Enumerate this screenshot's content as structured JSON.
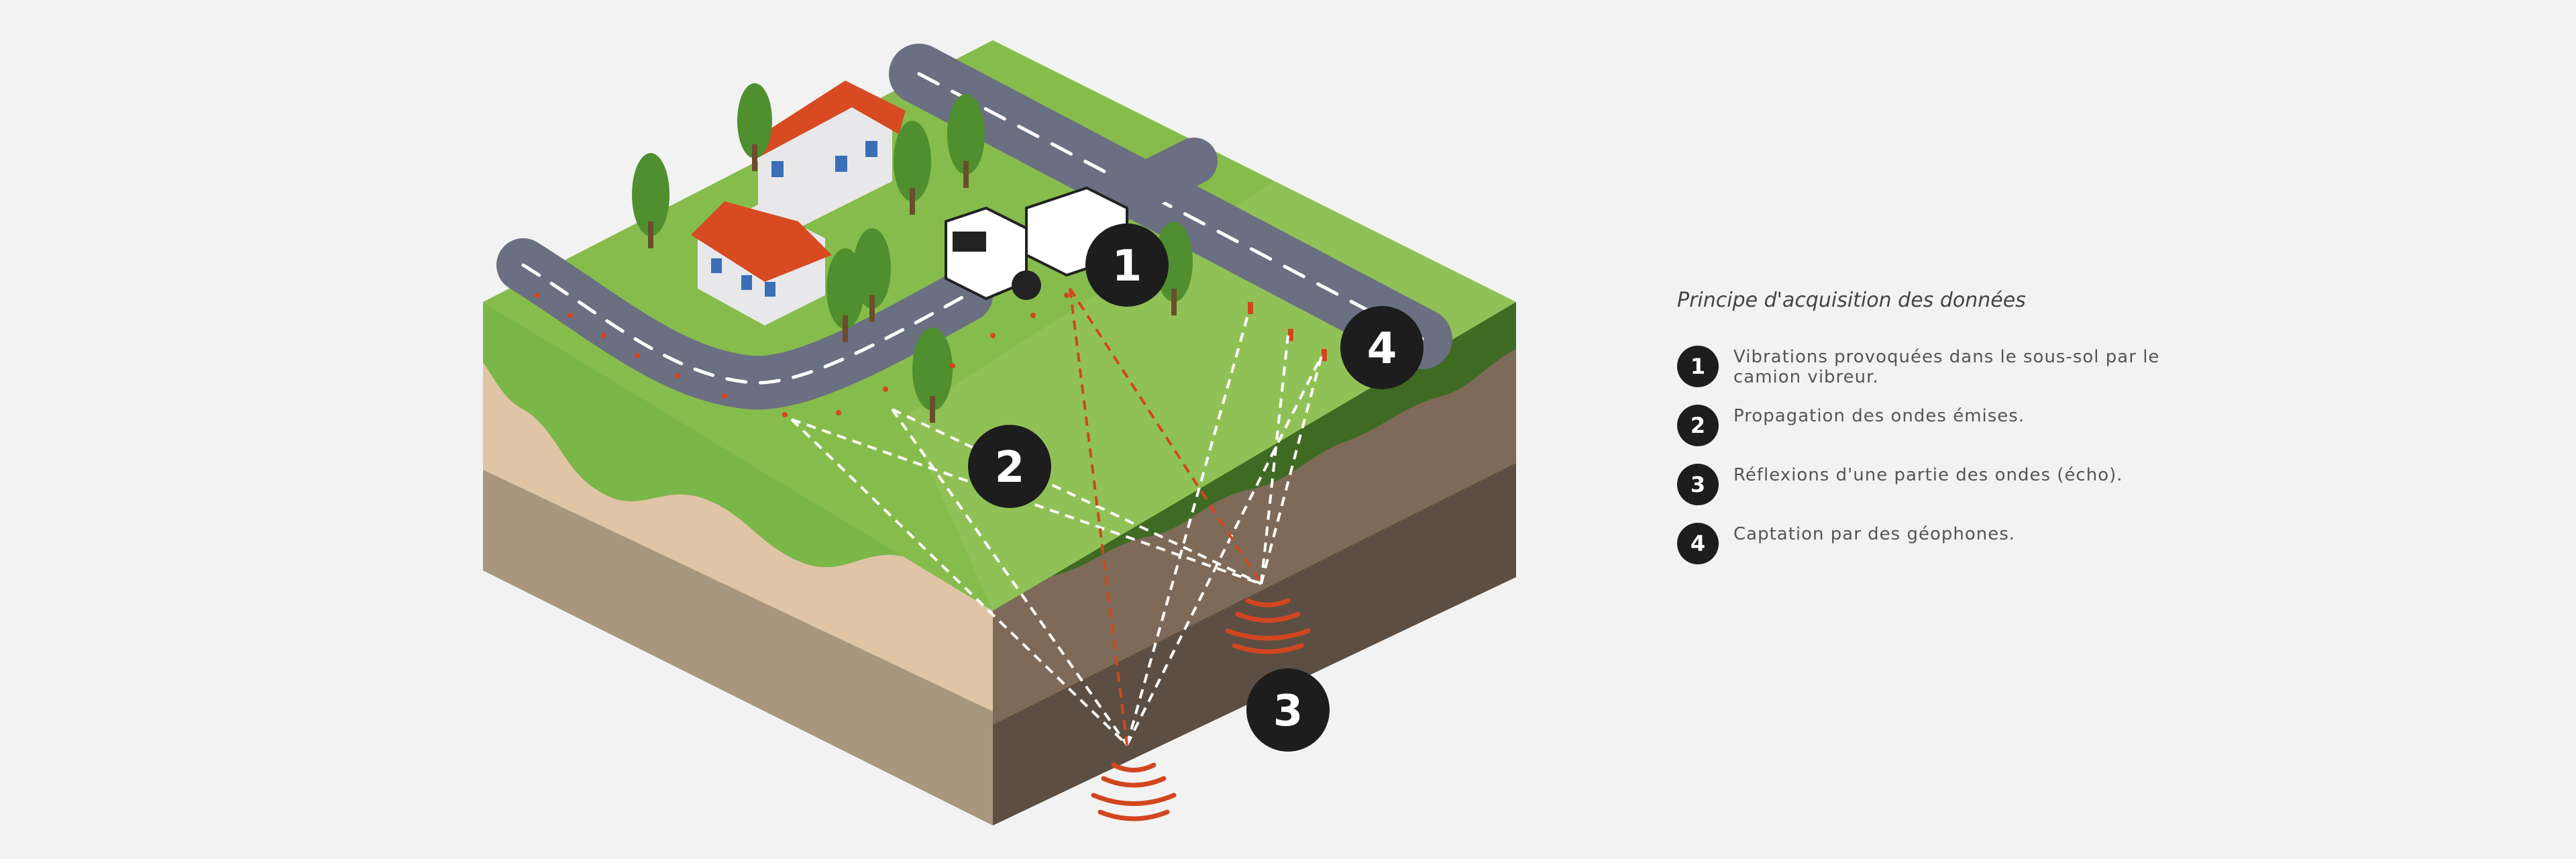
{
  "colors": {
    "background": "#f2f2f2",
    "grass": "#7ab648",
    "grass_light": "#a4c95a",
    "grass_dark": "#3f6a23",
    "road": "#6b6f82",
    "soil_top": "#e0c6a8",
    "soil_mid": "#a8967e",
    "soil_dark": "#6b5a4b",
    "rock_dark": "#5a4d42",
    "wave_red": "#d2461f",
    "marker": "#1d1d1d",
    "roof": "#d74a22"
  },
  "markers": [
    {
      "number": "1",
      "meaning": "vibrator-truck"
    },
    {
      "number": "2",
      "meaning": "wave-propagation"
    },
    {
      "number": "3",
      "meaning": "reflection"
    },
    {
      "number": "4",
      "meaning": "geophones"
    }
  ],
  "legend": {
    "title": "Principe d'acquisition des données",
    "items": [
      {
        "number": "1",
        "text": "Vibrations provoquées dans le sous-sol par le camion vibreur."
      },
      {
        "number": "2",
        "text": "Propagation des ondes émises."
      },
      {
        "number": "3",
        "text": "Réflexions d'une partie des ondes (écho)."
      },
      {
        "number": "4",
        "text": "Captation par des géophones."
      }
    ]
  }
}
